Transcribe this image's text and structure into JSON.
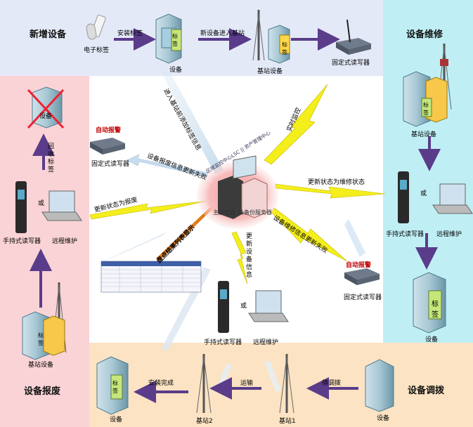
{
  "zones": {
    "add": "新增设备",
    "repair": "设备维修",
    "scrap": "设备报废",
    "transfer": "设备调拨"
  },
  "center": {
    "monitor_title": "区域监控中心LSC || 资产管理中心",
    "server_main": "主服务器",
    "server_backup": "热备份服务器"
  },
  "labels": {
    "etag": "电子标签",
    "install_tag": "安装标签",
    "device": "设备",
    "new_device_into_station": "新设备进入基站",
    "station_device": "基站设备",
    "fixed_reader": "固定式读写器",
    "handheld_reader": "手持式读写器",
    "remote_maint": "远程维护",
    "or": "或",
    "tag": "标签",
    "auto_alarm": "自动报警",
    "recover_tag": "回收标签",
    "install_done": "安装完成",
    "transport": "运输",
    "pending_transfer": "待调拨",
    "station1": "基站1",
    "station2": "基站2",
    "check_results": "盘点结果列表显示",
    "realtime_monitor": "实时监控",
    "add_info_before": "进入基站前添加标签信息",
    "scrap_info_update": "设备报废信息更新失败",
    "status_scrap": "更新状态为报废",
    "status_repair": "更新状态为维修状态",
    "repair_info_update": "设备维修信息更新失败",
    "update_device_info": "更新设备信息"
  }
}
